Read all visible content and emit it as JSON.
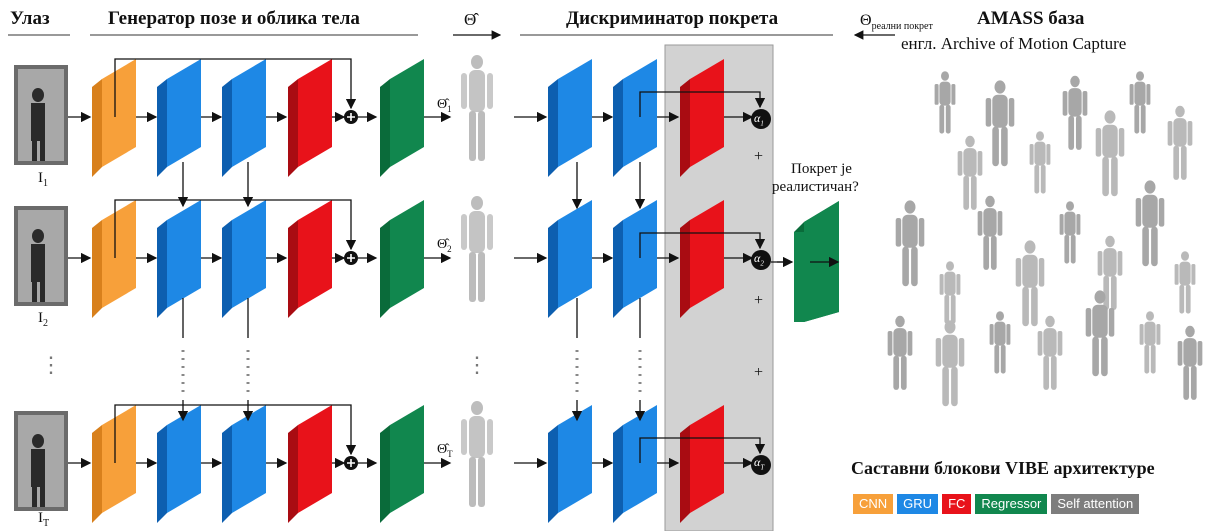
{
  "headers": {
    "input": "Улаз",
    "generator": "Генератор позе и облика тела",
    "theta_hat": "Θ̂",
    "discriminator": "Дискриминатор покрета",
    "theta_real": "Θ",
    "theta_real_sub": "реални покрет",
    "amass_title": "AMASS база",
    "amass_subtitle": "енгл. Archive of Motion Capture"
  },
  "rows": [
    {
      "frame": "I",
      "frame_sub": "1",
      "theta": "Θ̂",
      "theta_sub": "1",
      "alpha": "α",
      "alpha_sub": "1"
    },
    {
      "frame": "I",
      "frame_sub": "2",
      "theta": "Θ̂",
      "theta_sub": "2",
      "alpha": "α",
      "alpha_sub": "2"
    },
    {
      "frame": "I",
      "frame_sub": "T",
      "theta": "Θ̂",
      "theta_sub": "T",
      "alpha": "α",
      "alpha_sub": "T"
    }
  ],
  "plus_signs": [
    "+",
    "+",
    "+"
  ],
  "question": [
    "Покрет је",
    "реалистичан?"
  ],
  "dots": "⋮",
  "legend_title": "Саставни блокови VIBE архитектуре",
  "legend": [
    {
      "label": "CNN",
      "color": "#f7a03a"
    },
    {
      "label": "GRU",
      "color": "#1e88e5"
    },
    {
      "label": "FC",
      "color": "#e8121a"
    },
    {
      "label": "Regressor",
      "color": "#11874e"
    },
    {
      "label": "Self attention",
      "color": "#7d7d7d"
    }
  ]
}
